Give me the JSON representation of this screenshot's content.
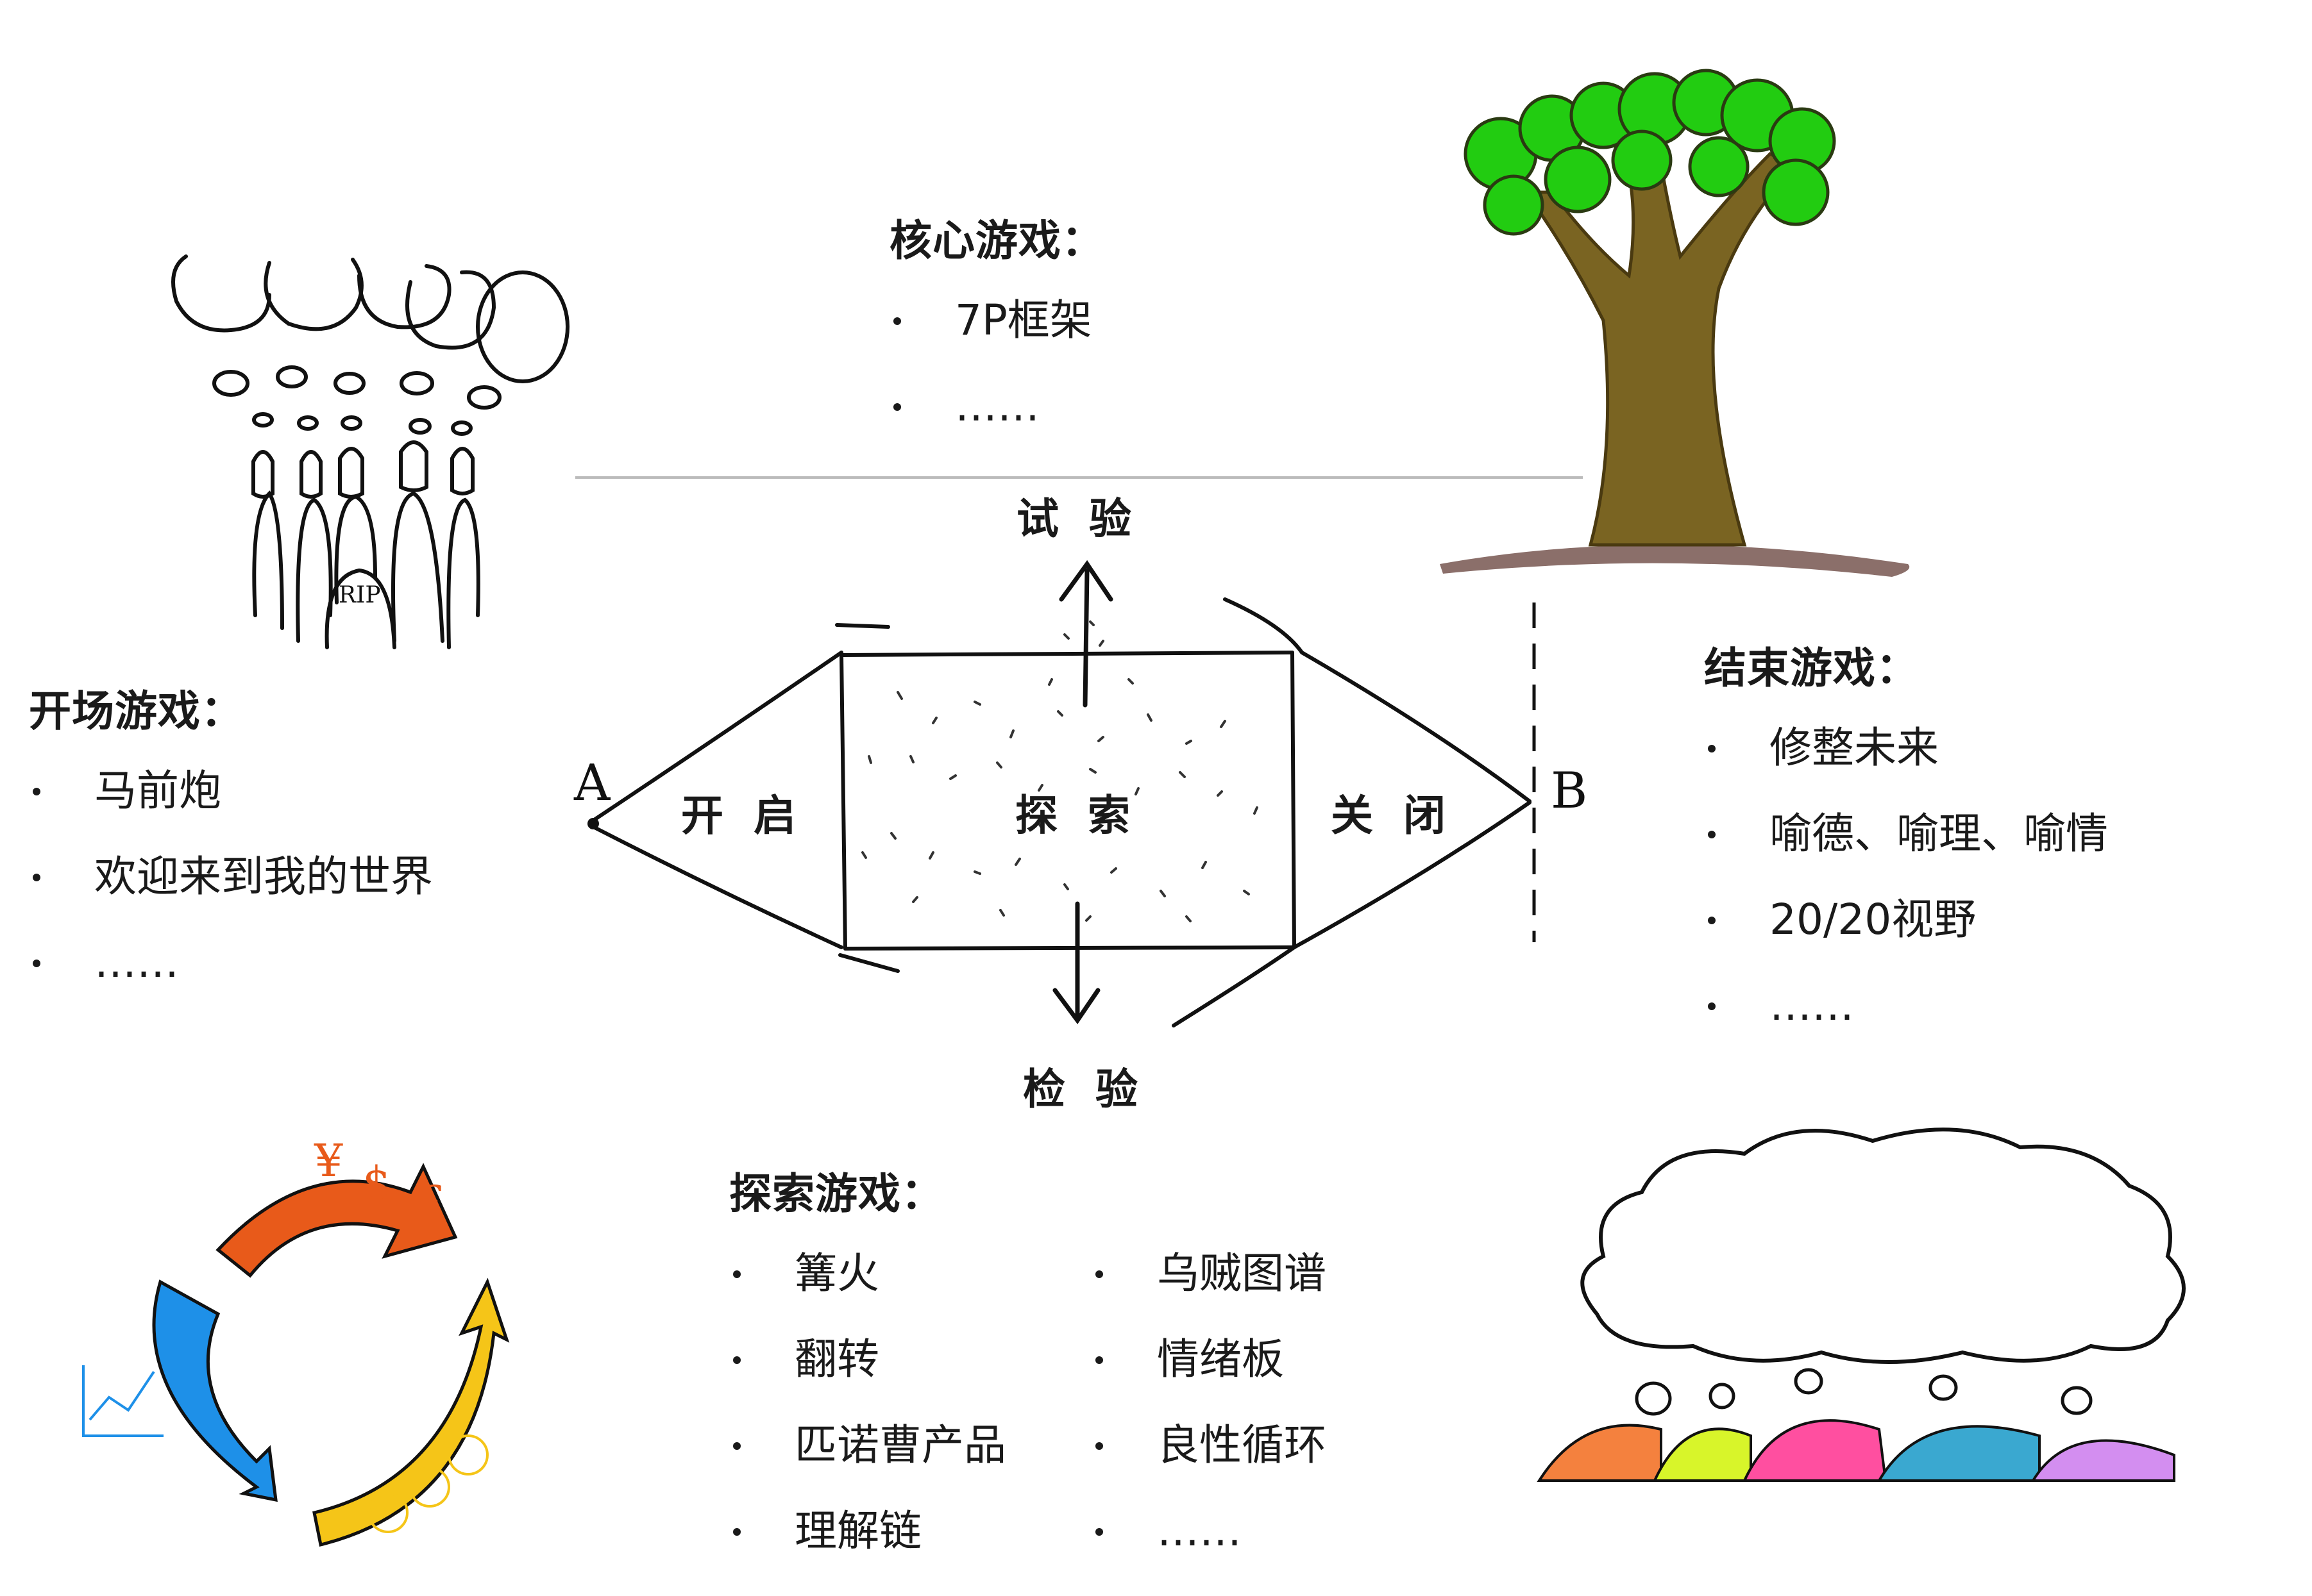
{
  "diagram": {
    "labels": {
      "trial": "试 验",
      "check": "检 验",
      "open": "开 启",
      "explore": "探 索",
      "close": "关 闭",
      "point_a": "A",
      "point_b": "B"
    }
  },
  "core": {
    "title": "核心游戏：",
    "items": [
      "7P框架",
      "……"
    ]
  },
  "opening": {
    "title": "开场游戏：",
    "items": [
      "马前炮",
      "欢迎来到我的世界",
      "……"
    ]
  },
  "closing": {
    "title": "结束游戏：",
    "items": [
      "修整未来",
      "喻德、喻理、喻情",
      "20/20视野",
      "……"
    ]
  },
  "exploration": {
    "title": "探索游戏：",
    "col1": [
      "篝火",
      "翻转",
      "匹诺曹产品",
      "理解链"
    ],
    "col2": [
      "乌贼图谱",
      "情绪板",
      "良性循环",
      "……"
    ]
  },
  "illustrations": {
    "crowd": "RIP",
    "currency": [
      "¥",
      "$",
      "£"
    ],
    "colors": {
      "leaf": "#22cc11",
      "trunk": "#7a6422",
      "soil": "#8b6f6a",
      "arrow_orange": "#e85a1a",
      "arrow_blue": "#1e90e8",
      "arrow_yellow": "#f5c518",
      "bumps": [
        "#f4813e",
        "#d8f52a",
        "#ff4fa0",
        "#3aa8d0",
        "#d38ef0"
      ]
    }
  }
}
